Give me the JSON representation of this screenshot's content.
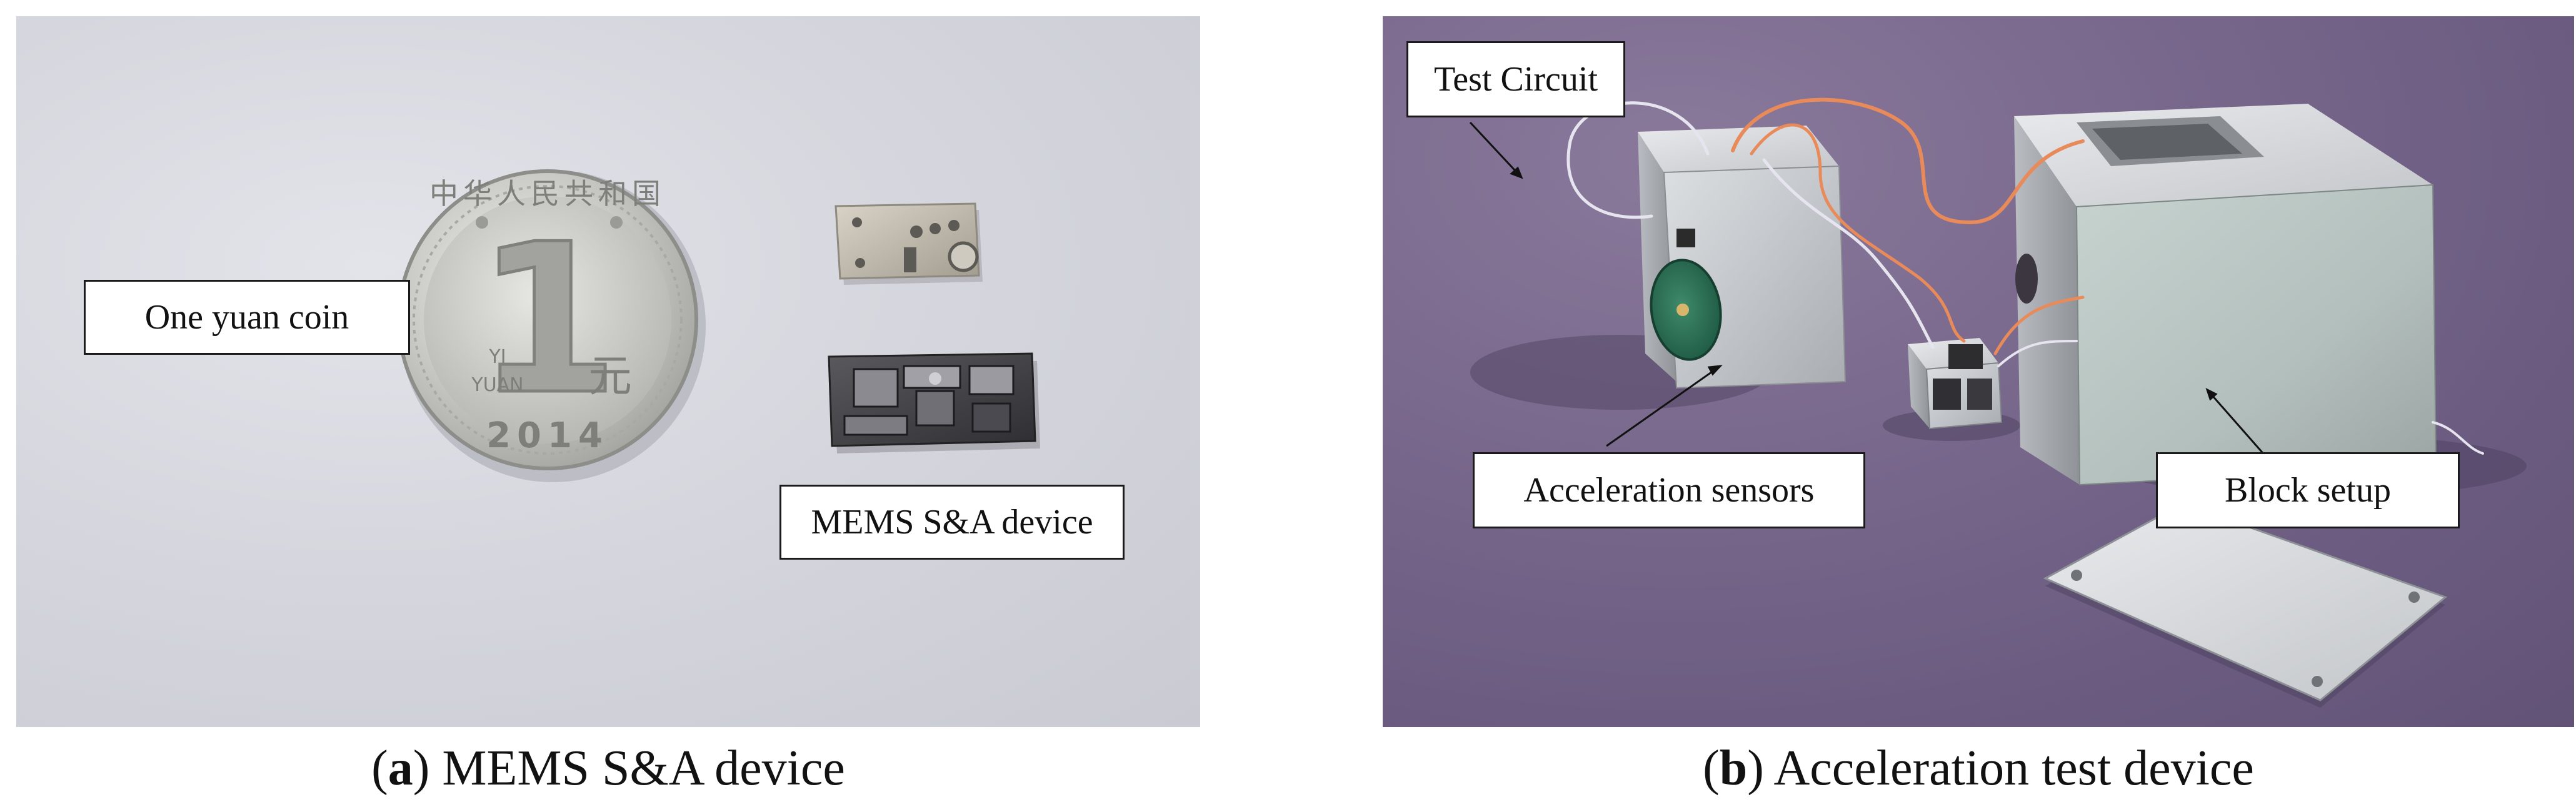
{
  "panel_a": {
    "labels": {
      "coin": "One yuan coin",
      "device": "MEMS S&A device"
    },
    "coin_text": {
      "numeral": "1",
      "year": "2014",
      "yuan": "YUAN",
      "yi": "YI",
      "yuan_cn": "元",
      "country_cn": "中华人民共和国"
    },
    "caption": {
      "letter": "a",
      "text": "MEMS S&A device"
    }
  },
  "panel_b": {
    "labels": {
      "test_circuit": "Test Circuit",
      "acceleration_sensors": "Acceleration sensors",
      "block_setup": "Block setup"
    },
    "caption": {
      "letter": "b",
      "text": "Acceleration test device"
    }
  },
  "colors": {
    "background_a": "#d6d7de",
    "background_b": "#7b6a8e",
    "coin": "#c8c9c4",
    "aluminum": "#c9ccd0",
    "wire_orange": "#e88a5a",
    "wire_white": "#e6e4ee"
  }
}
